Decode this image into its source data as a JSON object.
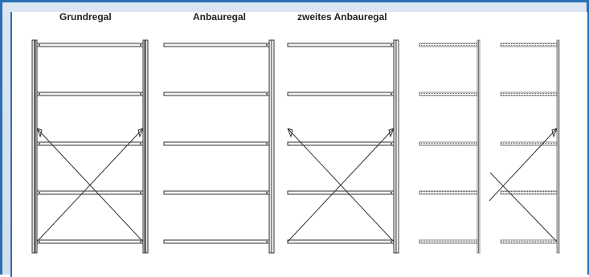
{
  "labels": {
    "grundregal": "Grundregal",
    "anbauregal": "Anbauregal",
    "zweites_anbauregal": "zweites Anbauregal"
  },
  "colors": {
    "border": "#2a6fb2",
    "background": "#dce6f2",
    "line": "#333333"
  }
}
